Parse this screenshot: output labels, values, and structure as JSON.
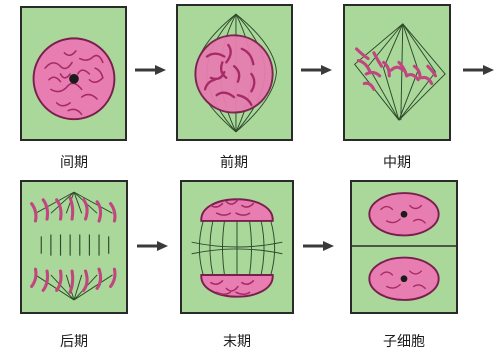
{
  "stages": [
    {
      "id": "interphase",
      "label": "间期"
    },
    {
      "id": "prophase",
      "label": "前期"
    },
    {
      "id": "metaphase",
      "label": "中期"
    },
    {
      "id": "anaphase",
      "label": "后期"
    },
    {
      "id": "telophase",
      "label": "末期"
    },
    {
      "id": "daughter-cells",
      "label": "子细胞"
    }
  ],
  "colors": {
    "panel_bg": "#a9d89a",
    "nucleus": "#e46aa8",
    "chromatin": "#b1306f",
    "spindle": "#2d4a2a",
    "arrow": "#3a3a3a",
    "nucleolus": "#1b1b1b"
  }
}
